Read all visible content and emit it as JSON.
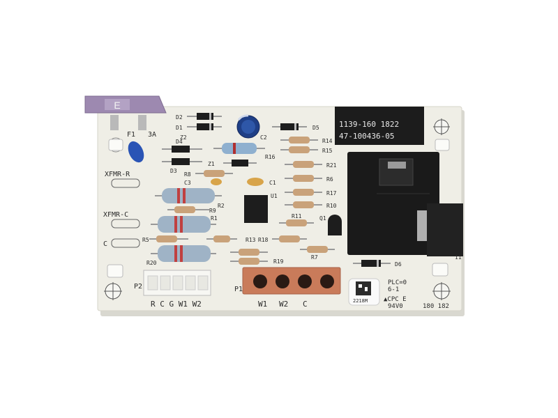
{
  "board": {
    "part_line1": "1139-160 1822",
    "part_line2": "47-100436-05",
    "fuse_letter": "E",
    "fuse_label": "F1",
    "fuse_rating": "3A",
    "xfmr_r": "XFMR-R",
    "xfmr_c": "XFMR-C",
    "c_term": "C",
    "p2": "P2",
    "p1": "P1",
    "p2_pins": "R C G W1 W2",
    "p1_pin_w1": "W1",
    "p1_pin_w2": "W2",
    "p1_pin_c": "C",
    "plc": "PLC=0",
    "plc_sub": "6-1",
    "cpc": "▲CPC E",
    "rating": "94V0",
    "datecode": "2218M",
    "corner_code": "180 182",
    "refs": {
      "d1": "D1",
      "d2": "D2",
      "d3": "D3",
      "d4": "D4",
      "d5": "D5",
      "d6": "D6",
      "z1": "Z1",
      "z2": "Z2",
      "c1": "C1",
      "c2": "C2",
      "c3": "C3",
      "r1": "R1",
      "r2": "R2",
      "r5": "R5",
      "r6": "R6",
      "r7": "R7",
      "r8": "R8",
      "r9": "R9",
      "r10": "R10",
      "r11": "R11",
      "r13": "R13",
      "r14": "R14",
      "r15": "R15",
      "r16": "R16",
      "r17": "R17",
      "r18": "R18",
      "r19": "R19",
      "r20": "R20",
      "r21": "R21",
      "u1": "U1",
      "q1": "Q1",
      "k11": "11"
    }
  },
  "colors": {
    "board": "#efeee6",
    "relay": "#1a1a1a",
    "connector_p1": "#c97b5a",
    "resistor_power": "#9fb3c6",
    "fuse": "#9d89b0"
  }
}
